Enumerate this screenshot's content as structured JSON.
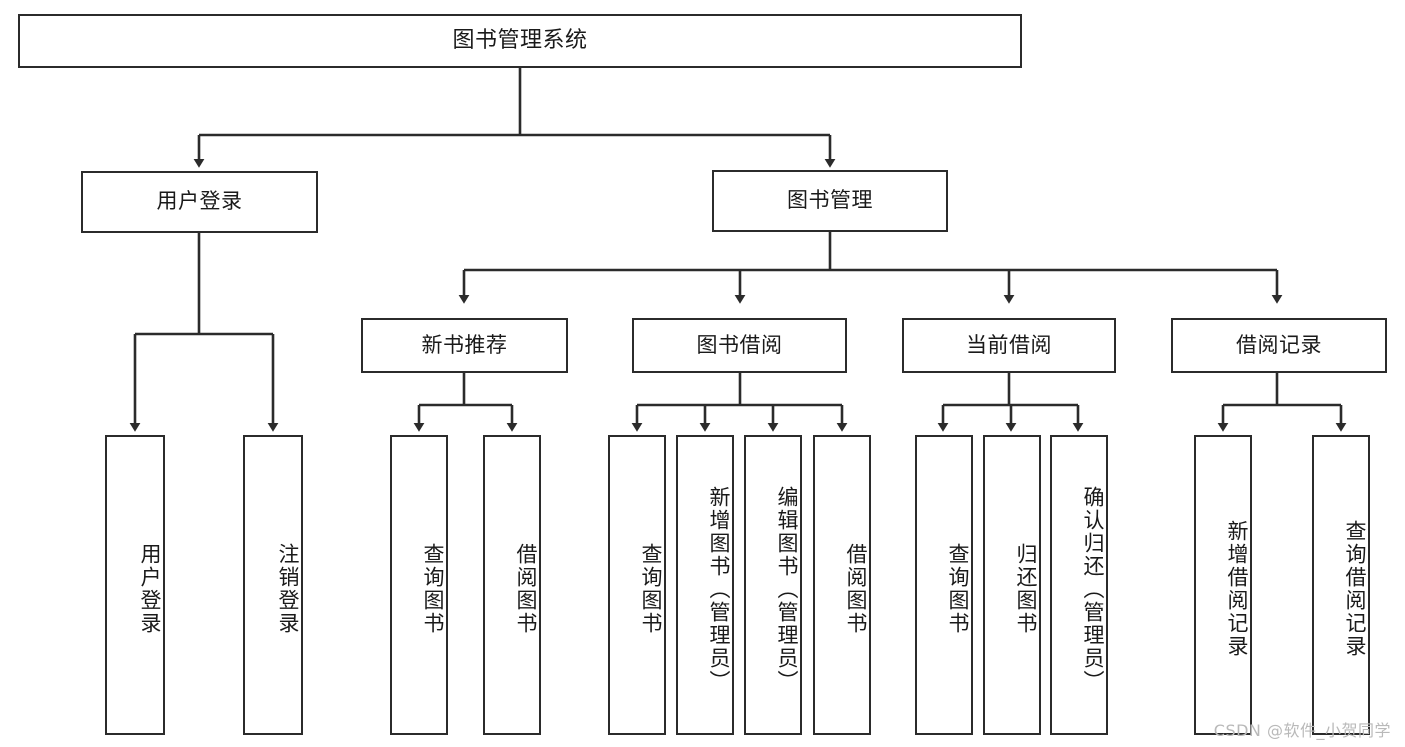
{
  "diagram": {
    "type": "tree",
    "title": "图书管理系统",
    "orientation": "top-down",
    "colors": {
      "border": "#2b2b2b",
      "fill": "#ffffff",
      "text": "#1a1a1a",
      "connector": "#2b2b2b",
      "watermark": "#b9b9b9"
    }
  },
  "nodes": {
    "root": {
      "label": "图书管理系统"
    },
    "level2": [
      {
        "id": "user-login",
        "label": "用户登录"
      },
      {
        "id": "book-manage",
        "label": "图书管理"
      }
    ],
    "level3": [
      {
        "id": "new-book-rec",
        "label": "新书推荐"
      },
      {
        "id": "book-borrow",
        "label": "图书借阅"
      },
      {
        "id": "current-borrow",
        "label": "当前借阅"
      },
      {
        "id": "borrow-record",
        "label": "借阅记录"
      }
    ],
    "leaves": {
      "user_login": [
        {
          "id": "leaf-user-login",
          "label": "用户登录"
        },
        {
          "id": "leaf-logout-login",
          "label": "注销登录"
        }
      ],
      "new_book_rec": [
        {
          "id": "leaf-query-book-1",
          "label": "查询图书"
        },
        {
          "id": "leaf-borrow-book-1",
          "label": "借阅图书"
        }
      ],
      "book_borrow": [
        {
          "id": "leaf-query-book-2",
          "label": "查询图书"
        },
        {
          "id": "leaf-add-book",
          "label": "新增图书（管理员）"
        },
        {
          "id": "leaf-edit-book",
          "label": "编辑图书（管理员）"
        },
        {
          "id": "leaf-borrow-book-2",
          "label": "借阅图书"
        }
      ],
      "current_borrow": [
        {
          "id": "leaf-query-book-3",
          "label": "查询图书"
        },
        {
          "id": "leaf-return-book",
          "label": "归还图书"
        },
        {
          "id": "leaf-confirm-return",
          "label": "确认归还（管理员）"
        }
      ],
      "borrow_record": [
        {
          "id": "leaf-add-record",
          "label": "新增借阅记录"
        },
        {
          "id": "leaf-query-record",
          "label": "查询借阅记录"
        }
      ]
    }
  },
  "watermark": {
    "text": "CSDN @软件_小贺同学"
  }
}
